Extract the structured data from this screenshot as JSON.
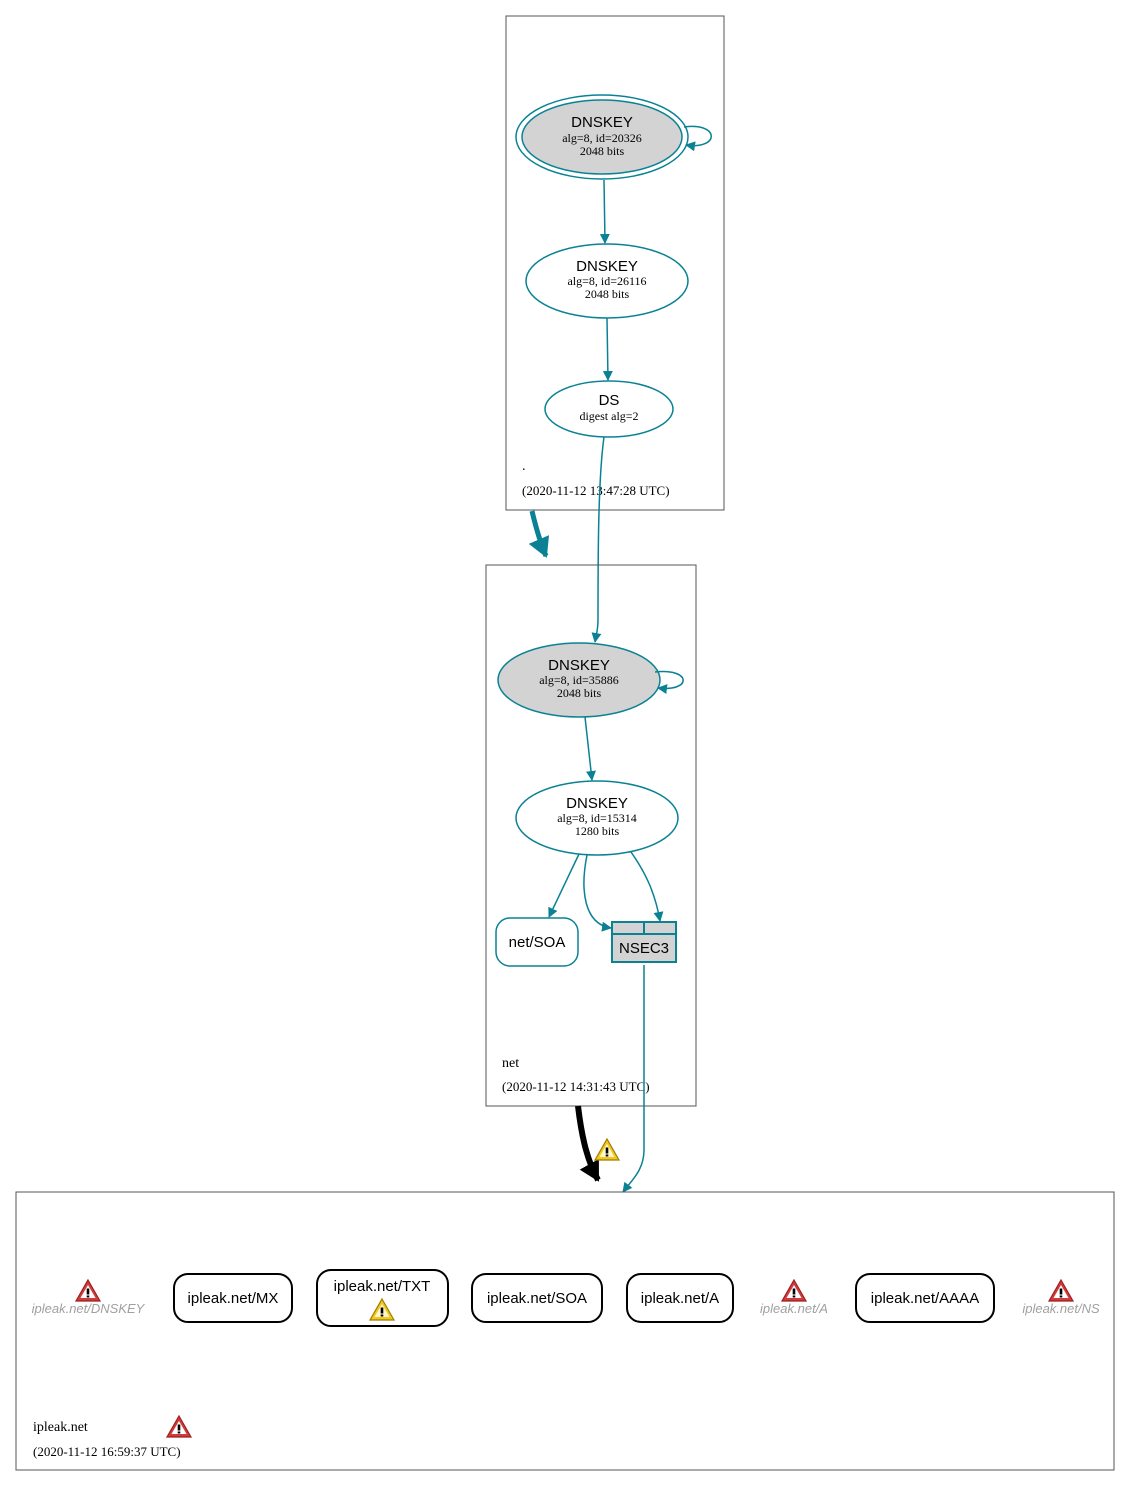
{
  "colors": {
    "teal": "#0a8294",
    "node_fill_grey": "#d3d3d3",
    "black": "#000000",
    "missing_text": "#a0a0a0",
    "error_red": "#d23b3b",
    "warning_yellow": "#f2c81e"
  },
  "zones": {
    "root": {
      "name": ".",
      "timestamp": "(2020-11-12 13:47:28 UTC)"
    },
    "net": {
      "name": "net",
      "timestamp": "(2020-11-12 14:31:43 UTC)"
    },
    "ipleak": {
      "name": "ipleak.net",
      "timestamp": "(2020-11-12 16:59:37 UTC)",
      "status_icon": "error-icon"
    }
  },
  "root_nodes": {
    "ksk": {
      "title": "DNSKEY",
      "line1": "alg=8, id=20326",
      "line2": "2048 bits"
    },
    "zsk": {
      "title": "DNSKEY",
      "line1": "alg=8, id=26116",
      "line2": "2048 bits"
    },
    "ds": {
      "title": "DS",
      "line1": "digest alg=2"
    }
  },
  "net_nodes": {
    "ksk": {
      "title": "DNSKEY",
      "line1": "alg=8, id=35886",
      "line2": "2048 bits"
    },
    "zsk": {
      "title": "DNSKEY",
      "line1": "alg=8, id=15314",
      "line2": "1280 bits"
    },
    "soa": {
      "label": "net/SOA"
    },
    "nsec3": {
      "label": "NSEC3"
    }
  },
  "ipleak_records": {
    "dnskey_missing": {
      "label": "ipleak.net/DNSKEY",
      "icon": "error-icon"
    },
    "mx": {
      "label": "ipleak.net/MX"
    },
    "txt": {
      "label": "ipleak.net/TXT",
      "icon": "warning-icon"
    },
    "soa": {
      "label": "ipleak.net/SOA"
    },
    "a": {
      "label": "ipleak.net/A"
    },
    "a_missing": {
      "label": "ipleak.net/A",
      "icon": "error-icon"
    },
    "aaaa": {
      "label": "ipleak.net/AAAA"
    },
    "ns_missing": {
      "label": "ipleak.net/NS",
      "icon": "error-icon"
    }
  },
  "delegation_warning_icon": "warning-icon"
}
